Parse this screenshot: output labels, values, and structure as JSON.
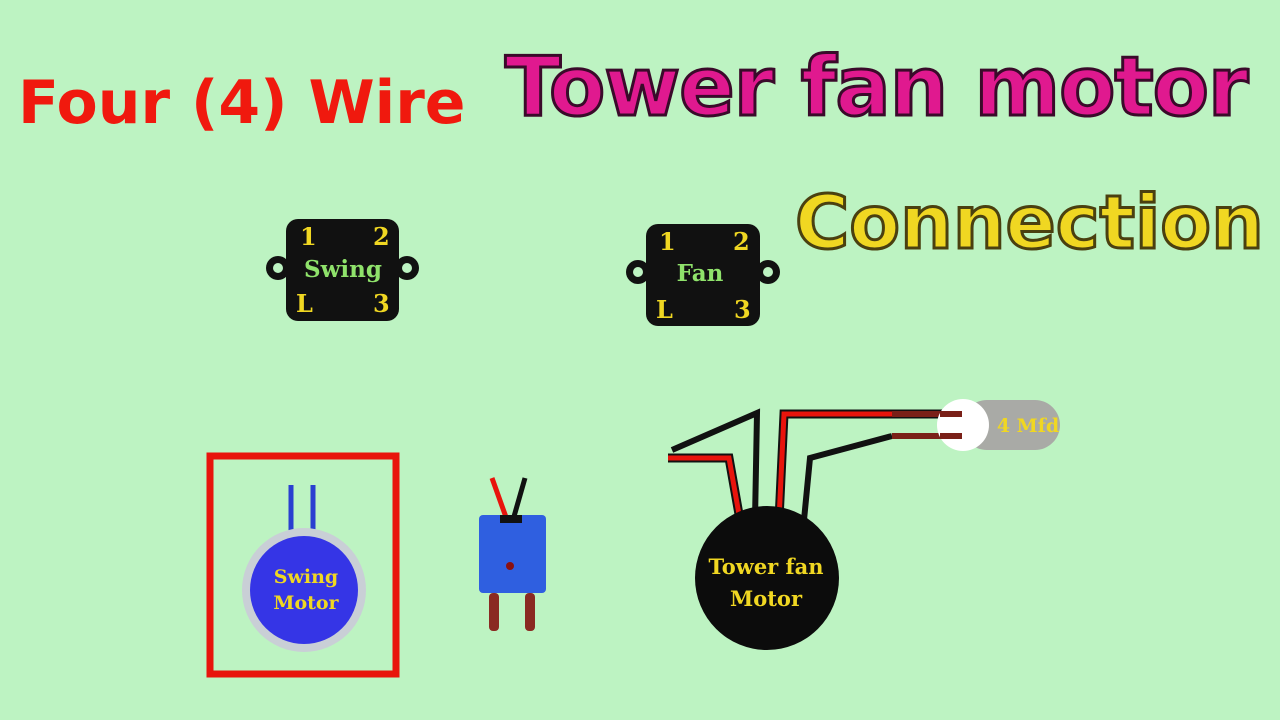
{
  "header": {
    "left_title": "Four (4) Wire",
    "main_title": "Tower fan motor",
    "sub_title": "Connection"
  },
  "switch_swing": {
    "label": "Swing",
    "t1": "1",
    "t2": "2",
    "tl": "L",
    "t3": "3"
  },
  "switch_fan": {
    "label": "Fan",
    "t1": "1",
    "t2": "2",
    "tl": "L",
    "t3": "3"
  },
  "swing_motor": {
    "line1": "Swing",
    "line2": "Motor"
  },
  "fan_motor": {
    "line1": "Tower fan",
    "line2": "Motor"
  },
  "capacitor": {
    "label": "4 Mfd"
  },
  "colors": {
    "background": "#bdf3c2",
    "wire_red": "#e8140c",
    "wire_black": "#111111",
    "swing_motor_blue": "#3535e6",
    "thermal_fuse_blue": "#2f5fe0",
    "label_yellow": "#f0d722"
  }
}
